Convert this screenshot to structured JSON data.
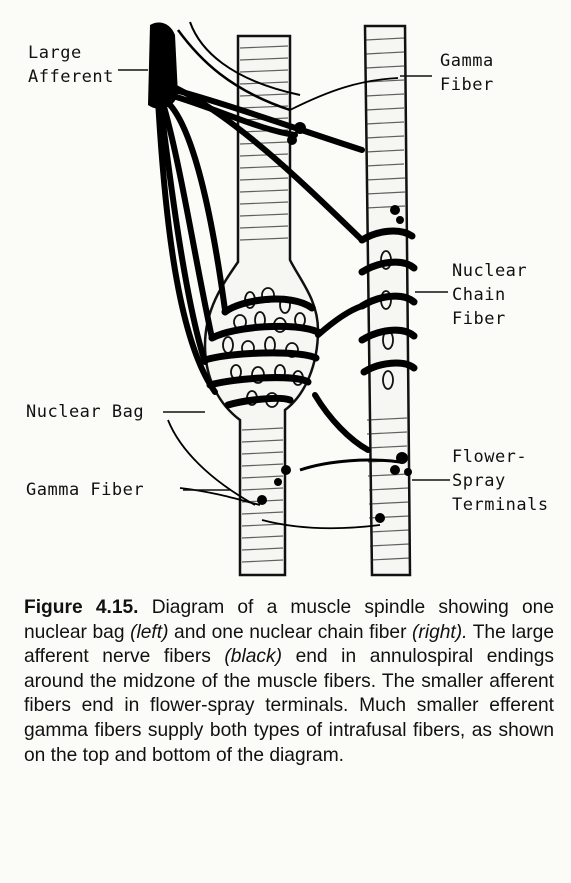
{
  "labels": {
    "large_afferent": [
      "Large",
      "Afferent"
    ],
    "gamma_fiber_top": [
      "Gamma",
      "Fiber"
    ],
    "nuclear_chain_fiber": [
      "Nuclear",
      "Chain",
      "Fiber"
    ],
    "nuclear_bag": "Nuclear Bag",
    "gamma_fiber_bottom": "Gamma Fiber",
    "flower_spray_terminals": [
      "Flower-",
      "Spray",
      "Terminals"
    ]
  },
  "caption": {
    "figure_label": "Figure 4.15.",
    "t1": " Diagram of a muscle spindle showing one nuclear bag ",
    "left": "(left)",
    "t2": " and one nuclear chain fiber ",
    "right": "(right).",
    "t3": " The large afferent nerve fibers ",
    "black": "(black)",
    "t4": " end in annulospiral endings around the midzone of the muscle fibers. The smaller afferent fibers end in flower-spray terminals. Much smaller efferent gamma fibers supply both types of intrafusal fibers, as shown on the top and bottom of the diagram."
  }
}
